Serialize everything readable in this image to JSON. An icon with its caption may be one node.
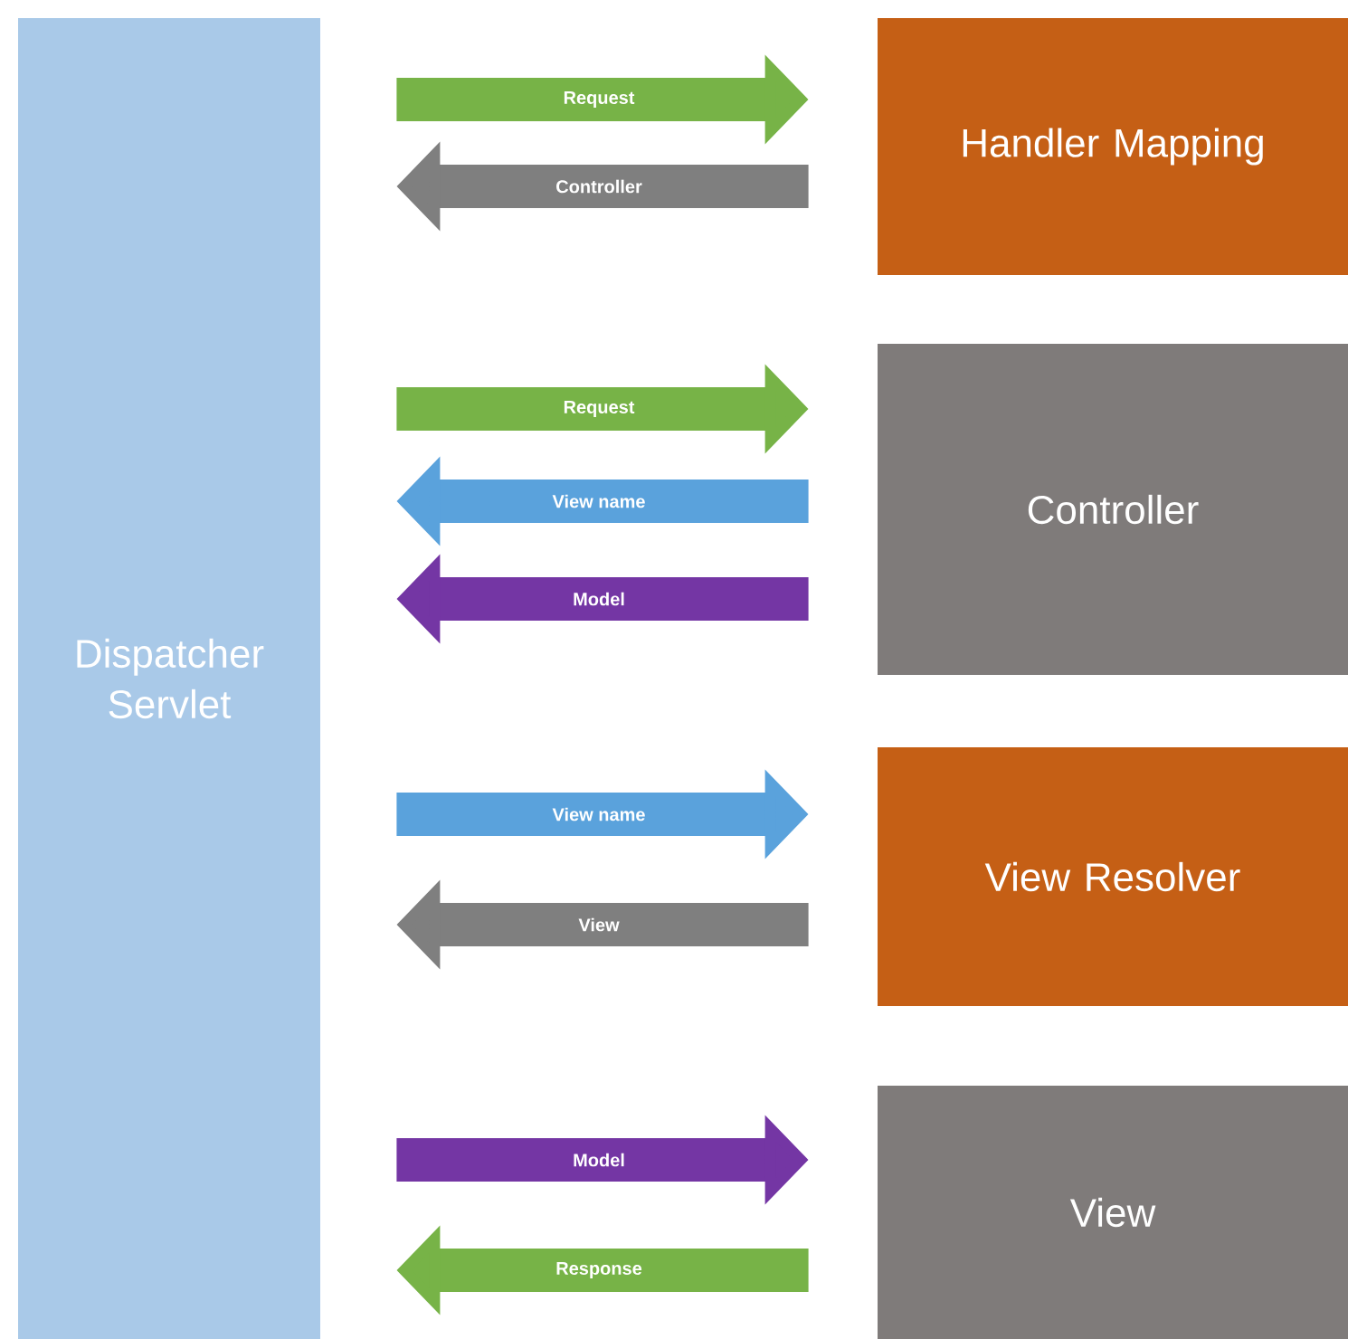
{
  "diagram": {
    "nodes": [
      {
        "text": [
          "Dispatcher Servlet"
        ]
      },
      {
        "text": [
          "Handler Mapping"
        ]
      },
      {
        "text": [
          "Controller"
        ]
      },
      {
        "text": [
          "View Resolver"
        ]
      },
      {
        "text": [
          "View"
        ]
      }
    ],
    "edges": [
      {
        "from": 0,
        "to": 1,
        "arrow": "to",
        "label": "Request",
        "color": "#77b347"
      },
      {
        "from": 1,
        "to": 0,
        "arrow": "to",
        "label": "Controller",
        "color": "#7f7f7f"
      },
      {
        "from": 0,
        "to": 2,
        "arrow": "to",
        "label": "Request",
        "color": "#77b347"
      },
      {
        "from": 2,
        "to": 0,
        "arrow": "to",
        "label": "View name",
        "color": "#5aa2dc"
      },
      {
        "from": 2,
        "to": 0,
        "arrow": "to",
        "label": "Model",
        "color": "#7436a4"
      },
      {
        "from": 0,
        "to": 3,
        "arrow": "to",
        "label": "View name",
        "color": "#5aa2dc"
      },
      {
        "from": 3,
        "to": 0,
        "arrow": "to",
        "label": "View",
        "color": "#7f7f7f"
      },
      {
        "from": 0,
        "to": 4,
        "arrow": "to",
        "label": "Model",
        "color": "#7436a4"
      },
      {
        "from": 4,
        "to": 0,
        "arrow": "to",
        "label": "Response",
        "color": "#77b347"
      }
    ]
  }
}
